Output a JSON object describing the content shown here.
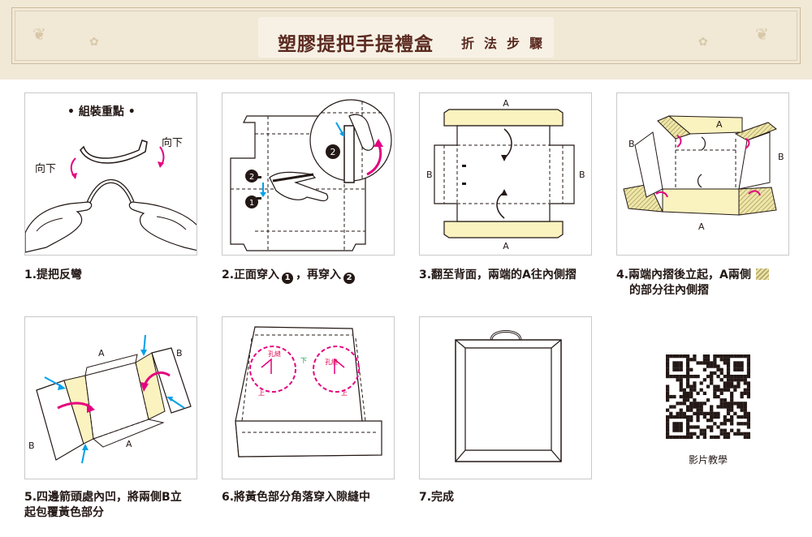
{
  "header": {
    "title": "塑膠提把手提禮盒",
    "subtitle": "折法步驟"
  },
  "steps": [
    {
      "caption_pre": "1.提把反彎"
    },
    {
      "caption_pre": "2.正面穿入",
      "badge_a": "1",
      "caption_mid": "，再穿入",
      "badge_b": "2"
    },
    {
      "caption_pre": "3.翻至背面，兩端的A往內側摺"
    },
    {
      "caption_line1": "4.兩端內摺後立起，A兩側",
      "caption_line2": "的部分往內側摺"
    },
    {
      "caption_line1": "5.四邊箭頭處內凹，將兩側B立",
      "caption_line2": "起包覆黃色部分"
    },
    {
      "caption_pre": "6.將黃色部分角落穿入隙縫中"
    },
    {
      "caption_pre": "7.完成"
    }
  ],
  "panel1": {
    "heading": "• 組裝重點 •",
    "label_left": "向下",
    "label_right": "向下"
  },
  "panel2": {
    "badge_1": "1",
    "badge_2": "2"
  },
  "panel3": {
    "label_a_top": "A",
    "label_a_bottom": "A",
    "label_b_left": "B",
    "label_b_right": "B"
  },
  "panel4": {
    "label_a_top": "A",
    "label_a_bottom": "A",
    "label_b_left": "B",
    "label_b_right": "B"
  },
  "panel5": {
    "label_a_top": "A",
    "label_a_bottom": "A",
    "label_b_left": "B",
    "label_b_right": "B"
  },
  "panel6": {
    "hole_label": "孔縫",
    "down_label": "下",
    "up_label": "上"
  },
  "qr": {
    "caption": "影片教學"
  },
  "colors": {
    "yellow": "#faf2bf",
    "magenta": "#e5007f",
    "cyan": "#00a0e9",
    "brown": "#5b2a20",
    "header_bg": "#f1e8d6"
  }
}
